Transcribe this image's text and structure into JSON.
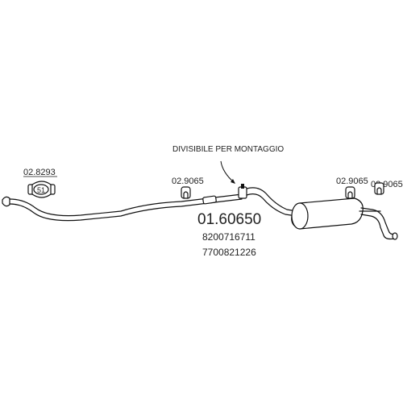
{
  "note": "DIVISIBILE PER MONTAGGIO",
  "main_part": {
    "code": "01.60650",
    "oem_codes": [
      "8200716711",
      "7700821226"
    ]
  },
  "clamp": {
    "code": "02.8293",
    "size": "51"
  },
  "hangers": [
    {
      "code": "02.9065"
    },
    {
      "code": "02.9065"
    },
    {
      "code": "02.9065"
    }
  ],
  "colors": {
    "line": "#111111",
    "text": "#222222",
    "background": "#ffffff"
  }
}
